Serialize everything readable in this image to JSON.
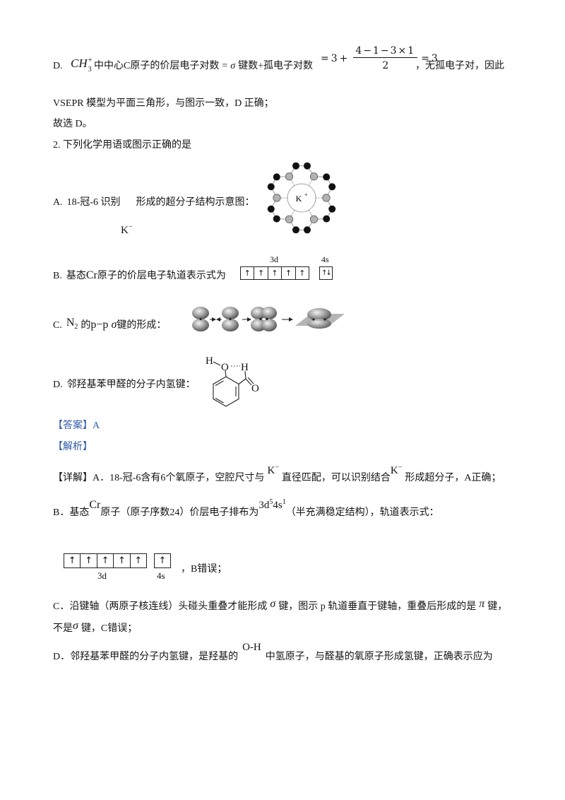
{
  "colors": {
    "text": "#141414",
    "answer_heading": "#2e5aa8"
  },
  "q1_option_d": {
    "label": "D.",
    "species_base": "CH",
    "species_sub": "3",
    "species_sup": "+",
    "text_a": "中中心C原子的价层电子对数",
    "equals": "=",
    "sigma": "σ",
    "text_b": "键数+孤电子对数",
    "math_left": "=3+",
    "frac_num": "4−1−3×1",
    "frac_den": "2",
    "math_right": "=3",
    "text_c": "，无孤电子对，因此"
  },
  "q1_line2": "VSEPR 模型为平面三角形，与图示一致，D 正确；",
  "q1_line3": "故选 D。",
  "q2": {
    "stem": "2. 下列化学用语或图示正确的是",
    "option_a": {
      "label": "A.",
      "text_a": "18-冠-6 识别",
      "text_b": "形成的超分子结构示意图：",
      "ion_below": "K",
      "ion_below_sup": "−",
      "cavity_ion": "K",
      "cavity_ion_sup": "+"
    },
    "option_b": {
      "label": "B.",
      "text_a": "基态",
      "element": "Cr",
      "text_b": "原子的价层电子轨道表示式为",
      "label_3d": "3d",
      "label_4s": "4s",
      "electrons_3d": [
        "↑",
        "↑",
        "↑",
        "↑",
        "↑"
      ],
      "electrons_4s": [
        "↑↓"
      ]
    },
    "option_c": {
      "label": "C.",
      "n": "N",
      "n_sub": "2",
      "text_a": "的",
      "pp": "p−p",
      "sigma": "σ",
      "text_b": "键的形成："
    },
    "option_d": {
      "label": "D.",
      "text": "邻羟基苯甲醛的分子内氢键：",
      "atom_h1": "H",
      "atom_o1": "O",
      "atom_h2": "H",
      "atom_o2": "O"
    }
  },
  "answer": "【答案】A",
  "analysis": "【解析】",
  "detail": {
    "a": {
      "prefix": "【详解】A．18-冠-6含有6个氧原子，空腔尺寸与",
      "ion": "K",
      "ion_sup": "−",
      "mid": "直径匹配，可以识别结合",
      "tail": "形成超分子，A正确；"
    },
    "b": {
      "prefix": "B．基态",
      "element": "Cr",
      "mid": "原子（原子序数24）价层电子排布为",
      "config_1": "3d",
      "config_sup_1": "5",
      "config_2": "4s",
      "config_sup_2": "1",
      "tail": "（半充满稳定结构），轨道表示式：",
      "label_3d": "3d",
      "label_4s": "4s",
      "electrons_3d": [
        "↑",
        "↑",
        "↑",
        "↑",
        "↑"
      ],
      "electrons_4s": [
        "↑"
      ],
      "after": "，B错误；"
    },
    "c": {
      "prefix": "C．沿键轴（两原子核连线）头碰头重叠才能形成",
      "sigma": "σ",
      "mid": "键，图示 p 轨道垂直于键轴，重叠后形成的是",
      "pi": "π",
      "tail": "键，",
      "line2_prefix": "不是",
      "line2_tail": "键，C错误；"
    },
    "d": {
      "prefix": "D．邻羟基苯甲醛的分子内氢键，是羟基的",
      "group": "O-H",
      "tail": "中氢原子，与醛基的氧原子形成氢键，正确表示应为"
    }
  }
}
